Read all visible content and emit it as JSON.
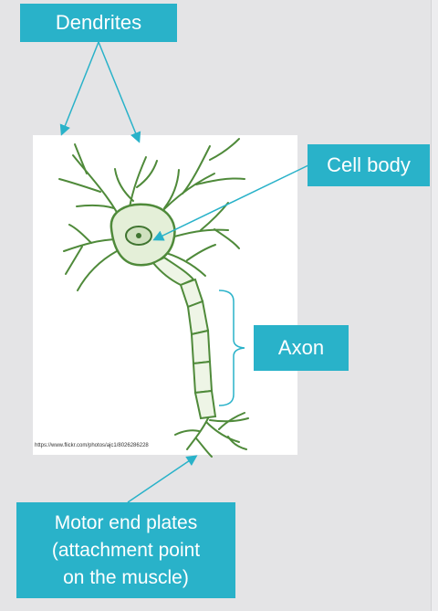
{
  "labels": {
    "dendrites": "Dendrites",
    "cell_body": "Cell body",
    "axon": "Axon",
    "motor_end_plates": "Motor end plates\n(attachment point\non the muscle)"
  },
  "source_url": "https://www.flickr.com/photos/ajc1/8026286228",
  "colors": {
    "label_bg": "#29b2c9",
    "label_text": "#ffffff",
    "arrow": "#29b2c9",
    "neuron_stroke": "#4f8a3a",
    "neuron_fill": "#e4efd8",
    "background": "#e4e4e6"
  }
}
